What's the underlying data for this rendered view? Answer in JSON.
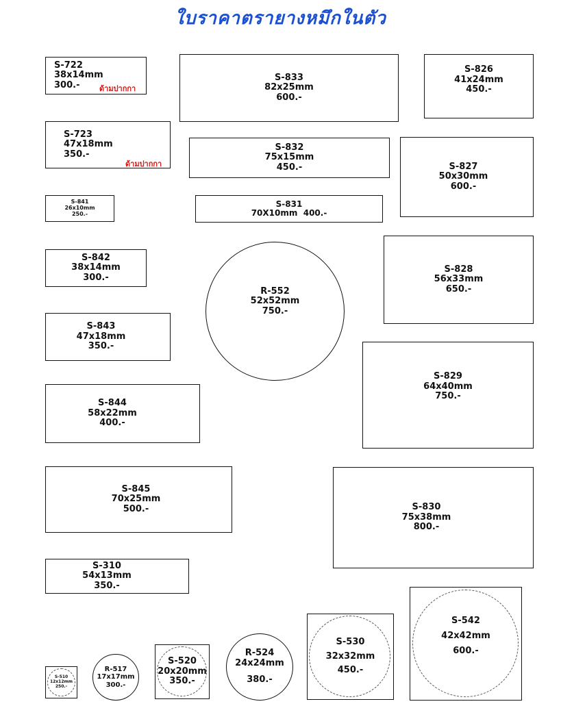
{
  "title": "ใบราคาตรายางหมึกในตัว",
  "stamps": {
    "s722": {
      "code": "S-722",
      "size": "38x14mm",
      "price": "300.-",
      "note": "ด้ามปากกา"
    },
    "s723": {
      "code": "S-723",
      "size": "47x18mm",
      "price": "350.-",
      "note": "ด้ามปากกา"
    },
    "s841": {
      "code": "S-841",
      "size": "26x10mm",
      "price": "250.-"
    },
    "s842": {
      "code": "S-842",
      "size": "38x14mm",
      "price": "300.-"
    },
    "s843": {
      "code": "S-843",
      "size": "47x18mm",
      "price": "350.-"
    },
    "s844": {
      "code": "S-844",
      "size": "58x22mm",
      "price": "400.-"
    },
    "s845": {
      "code": "S-845",
      "size": "70x25mm",
      "price": "500.-"
    },
    "s310": {
      "code": "S-310",
      "size": "54x13mm",
      "price": "350.-"
    },
    "s833": {
      "code": "S-833",
      "size": "82x25mm",
      "price": "600.-"
    },
    "s832": {
      "code": "S-832",
      "size": "75x15mm",
      "price": "450.-"
    },
    "s831": {
      "code": "S-831",
      "size": "70X10mm",
      "price": "400.-"
    },
    "r552": {
      "code": "R-552",
      "size": "52x52mm",
      "price": "750.-"
    },
    "s826": {
      "code": "S-826",
      "size": "41x24mm",
      "price": "450.-"
    },
    "s827": {
      "code": "S-827",
      "size": "50x30mm",
      "price": "600.-"
    },
    "s828": {
      "code": "S-828",
      "size": "56x33mm",
      "price": "650.-"
    },
    "s829": {
      "code": "S-829",
      "size": "64x40mm",
      "price": "750.-"
    },
    "s830": {
      "code": "S-830",
      "size": "75x38mm",
      "price": "800.-"
    },
    "s510": {
      "code": "S-510",
      "size": "12x12mm",
      "price": "250.-"
    },
    "r517": {
      "code": "R-517",
      "size": "17x17mm",
      "price": "300.-"
    },
    "s520": {
      "code": "S-520",
      "size": "20x20mm",
      "price": "350.-"
    },
    "r524": {
      "code": "R-524",
      "size": "24x24mm",
      "price": "380.-"
    },
    "s530": {
      "code": "S-530",
      "size": "32x32mm",
      "price": "450.-"
    },
    "s542": {
      "code": "S-542",
      "size": "42x42mm",
      "price": "600.-"
    }
  }
}
